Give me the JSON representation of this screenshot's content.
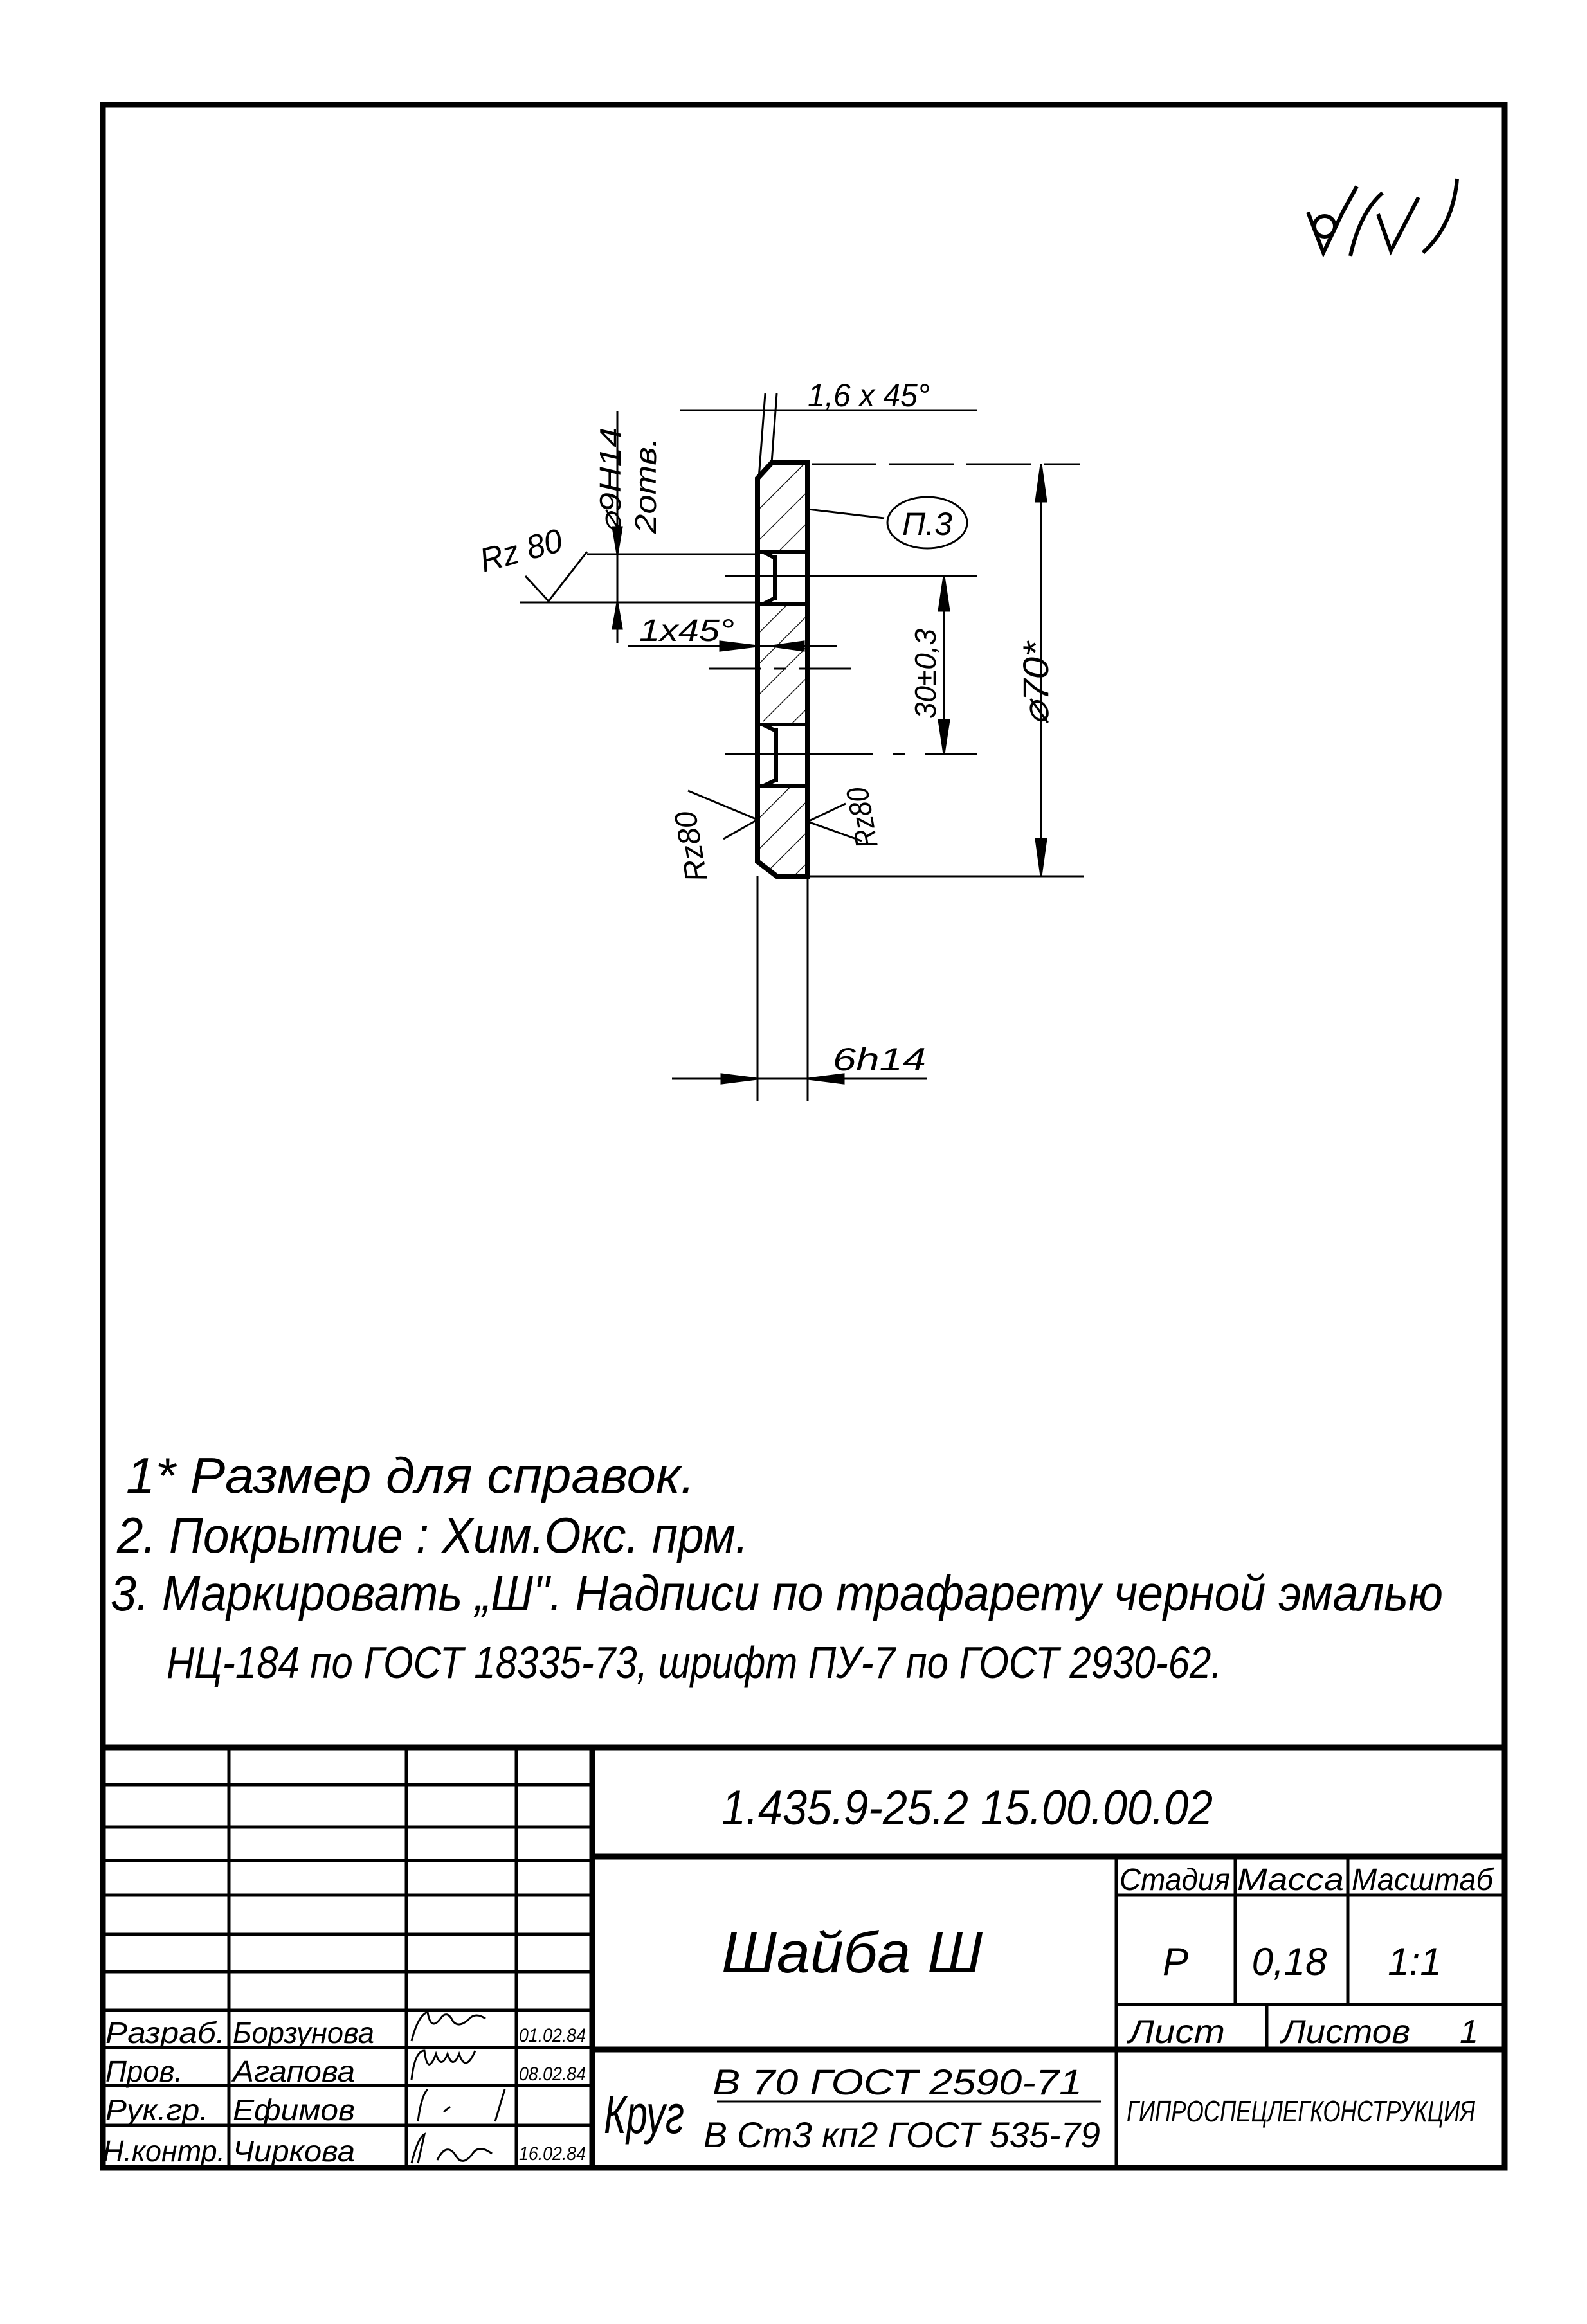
{
  "drawing": {
    "surface_finish_icon": "roughness-not-machined-symbol",
    "chamfer_top": "1,6 x 45°",
    "hole_diameter": "⌀9H14",
    "hole_count": "2отв.",
    "roughness_hole": "Rz 80",
    "chamfer_hole": "1x45°",
    "note_ref": "П.3",
    "hole_spacing": "30±0,3",
    "outer_diameter": "⌀70*",
    "roughness_left": "Rz80",
    "roughness_right": "Rz80",
    "thickness": "6h14"
  },
  "notes": [
    "1* Размер  для  справок.",
    "2. Покрытие : Хим.Окс. прм.",
    "3. Маркировать „Ш\". Надписи  по трафарету  черной  эмалью",
    "НЦ-184 по ГОСТ 18335-73, шрифт  ПУ-7 по ГОСТ 2930-62."
  ],
  "title_block": {
    "designation": "1.435.9-25.2   15.00.00.02",
    "part_name": "Шайба  Ш",
    "headers": {
      "stage": "Стадия",
      "mass": "Масса",
      "scale": "Масштаб"
    },
    "stage": "Р",
    "mass": "0,18",
    "scale": "1:1",
    "sheet_label": "Лист",
    "sheets_label": "Листов",
    "sheets_count": "1",
    "material_prefix": "Круг",
    "material_top": "В 70 ГОСТ 2590-71",
    "material_bottom": "В Ст3 кп2 ГОСТ 535-79",
    "organization": "ГИПРОСПЕЦЛЕГКОНСТРУКЦИЯ",
    "staff": [
      {
        "role": "Разраб.",
        "name": "Борзунова",
        "date": "01.02.84"
      },
      {
        "role": "Пров.",
        "name": "Агапова",
        "date": "08.02.84"
      },
      {
        "role": "Рук.гр.",
        "name": "Ефимов",
        "date": ""
      },
      {
        "role": "Н.контр.",
        "name": "Чиркова",
        "date": "16.02.84"
      }
    ]
  }
}
